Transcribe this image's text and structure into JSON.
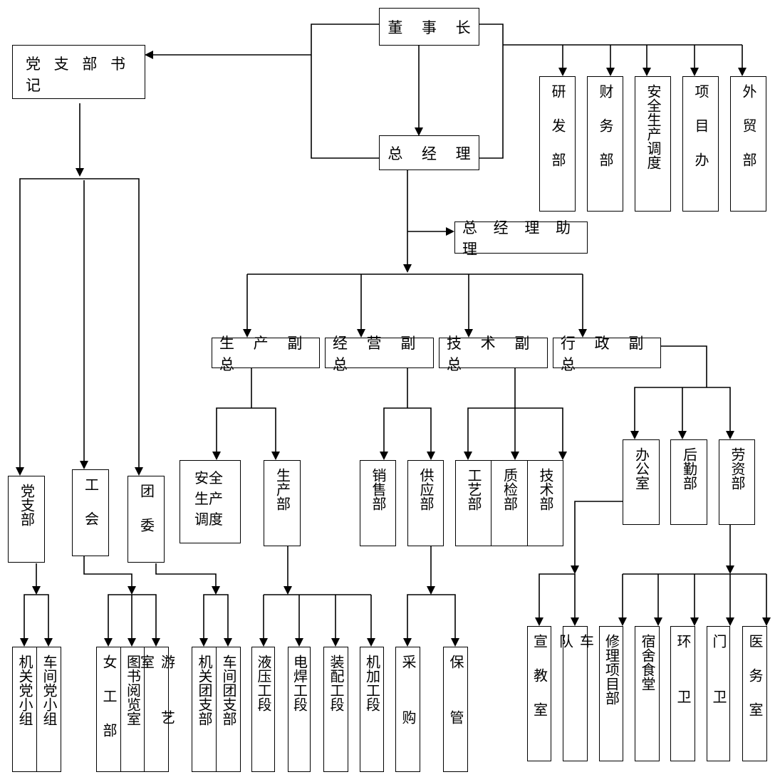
{
  "chart": {
    "top": {
      "chairman": "董 事 长",
      "gm": "总 经 理",
      "party_secretary": "党 支 部 书 记",
      "gm_assistant": "总 经 理 助 理"
    },
    "chairman_depts": [
      "研发部",
      "财务部",
      "安全生产调度",
      "项目办",
      "外贸部"
    ],
    "vice_gms": [
      "生 产 副 总",
      "经 营 副 总",
      "技 术 副 总",
      "行 政 副 总"
    ],
    "production": {
      "depts": [
        "安全生产调度",
        "生产部"
      ],
      "sections": [
        "液压工段",
        "电焊工段",
        "装配工段",
        "机加工段"
      ]
    },
    "business": {
      "depts": [
        "销售部",
        "供应部"
      ],
      "supply_units": [
        "采购",
        "保管"
      ]
    },
    "technical": {
      "depts": [
        "工艺部",
        "质检部",
        "技术部"
      ]
    },
    "admin": {
      "depts": [
        "办公室",
        "后勤部",
        "劳资部"
      ],
      "office_units": [
        "宣教室",
        "车队"
      ],
      "hr_units": [
        "修理项目部",
        "宿舍食堂",
        "环卫",
        "门卫",
        "医务室"
      ]
    },
    "party": {
      "orgs": [
        "党支部",
        "工会",
        "团委"
      ],
      "party_groups": [
        "机关党小组",
        "车间党小组"
      ],
      "union_units": [
        "女工部",
        "图书阅览室",
        "游艺室"
      ],
      "youth_units": [
        "机关团支部",
        "车间团支部"
      ]
    }
  }
}
